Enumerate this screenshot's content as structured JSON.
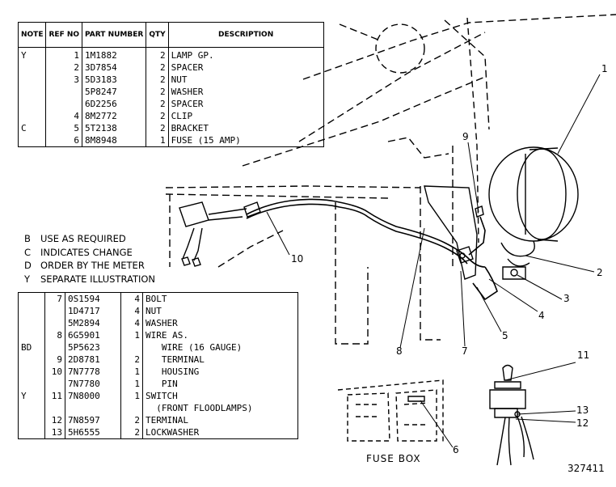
{
  "top_table": {
    "headers": {
      "note": "NOTE",
      "ref": "REF NO",
      "part": "PART NUMBER",
      "qty": "QTY",
      "desc": "DESCRIPTION"
    },
    "rows": [
      {
        "note": "Y",
        "ref": "1",
        "part": "1M1882",
        "qty": "2",
        "desc": "LAMP GP."
      },
      {
        "note": "",
        "ref": "2",
        "part": "3D7854",
        "qty": "2",
        "desc": "SPACER"
      },
      {
        "note": "",
        "ref": "3",
        "part": "5D3183",
        "qty": "2",
        "desc": "NUT"
      },
      {
        "note": "",
        "ref": "",
        "part": "5P8247",
        "qty": "2",
        "desc": "WASHER"
      },
      {
        "note": "",
        "ref": "",
        "part": "6D2256",
        "qty": "2",
        "desc": "SPACER"
      },
      {
        "note": "",
        "ref": "4",
        "part": "8M2772",
        "qty": "2",
        "desc": "CLIP"
      },
      {
        "note": "C",
        "ref": "5",
        "part": "5T2138",
        "qty": "2",
        "desc": "BRACKET"
      },
      {
        "note": "",
        "ref": "6",
        "part": "8M8948",
        "qty": "1",
        "desc": "FUSE (15 AMP)"
      }
    ]
  },
  "legend": [
    {
      "key": "B",
      "text": "USE AS REQUIRED"
    },
    {
      "key": "C",
      "text": "INDICATES CHANGE"
    },
    {
      "key": "D",
      "text": "ORDER BY THE METER"
    },
    {
      "key": "Y",
      "text": "SEPARATE ILLUSTRATION"
    }
  ],
  "bottom_table": {
    "rows": [
      {
        "note": "",
        "ref": "7",
        "part": "0S1594",
        "qty": "4",
        "desc": "BOLT"
      },
      {
        "note": "",
        "ref": "",
        "part": "1D4717",
        "qty": "4",
        "desc": "NUT"
      },
      {
        "note": "",
        "ref": "",
        "part": "5M2894",
        "qty": "4",
        "desc": "WASHER"
      },
      {
        "note": "",
        "ref": "8",
        "part": "6G5901",
        "qty": "1",
        "desc": "WIRE AS."
      },
      {
        "note": "BD",
        "ref": "",
        "part": "5P5623",
        "qty": "",
        "desc": "   WIRE (16 GAUGE)"
      },
      {
        "note": "",
        "ref": "9",
        "part": "2D8781",
        "qty": "2",
        "desc": "   TERMINAL"
      },
      {
        "note": "",
        "ref": "10",
        "part": "7N7778",
        "qty": "1",
        "desc": "   HOUSING"
      },
      {
        "note": "",
        "ref": "",
        "part": "7N7780",
        "qty": "1",
        "desc": "   PIN"
      },
      {
        "note": "Y",
        "ref": "11",
        "part": "7N8000",
        "qty": "1",
        "desc": "SWITCH"
      },
      {
        "note": "",
        "ref": "",
        "part": "",
        "qty": "",
        "desc": "  (FRONT FLOODLAMPS)"
      },
      {
        "note": "",
        "ref": "12",
        "part": "7N8597",
        "qty": "2",
        "desc": "TERMINAL"
      },
      {
        "note": "",
        "ref": "13",
        "part": "5H6555",
        "qty": "2",
        "desc": "LOCKWASHER"
      }
    ]
  },
  "callouts": [
    "1",
    "2",
    "3",
    "4",
    "5",
    "6",
    "7",
    "8",
    "9",
    "10",
    "11",
    "12",
    "13"
  ],
  "fuse_box_label": "FUSE BOX",
  "figure_id": "327411"
}
